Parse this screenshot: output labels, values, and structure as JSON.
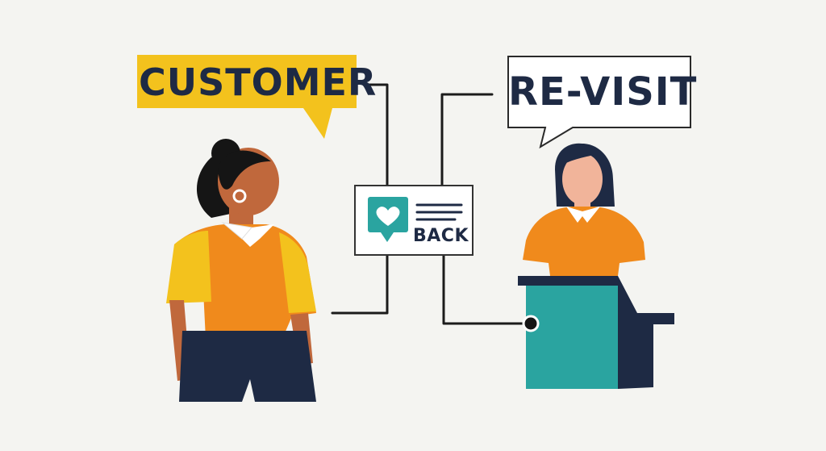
{
  "labels": {
    "customer": "CUSTOMER",
    "revisit": "RE-VISIT",
    "card": "BACK"
  },
  "icons": {
    "card_icon": "heart-chat-icon"
  },
  "colors": {
    "background": "#f4f4f1",
    "yellow": "#f3c21d",
    "orange": "#f08a1c",
    "navy": "#1e2a44",
    "teal": "#2aa4a0",
    "skin_left": "#c0683c",
    "skin_right": "#f1b49a",
    "line": "#1b1b1b"
  }
}
